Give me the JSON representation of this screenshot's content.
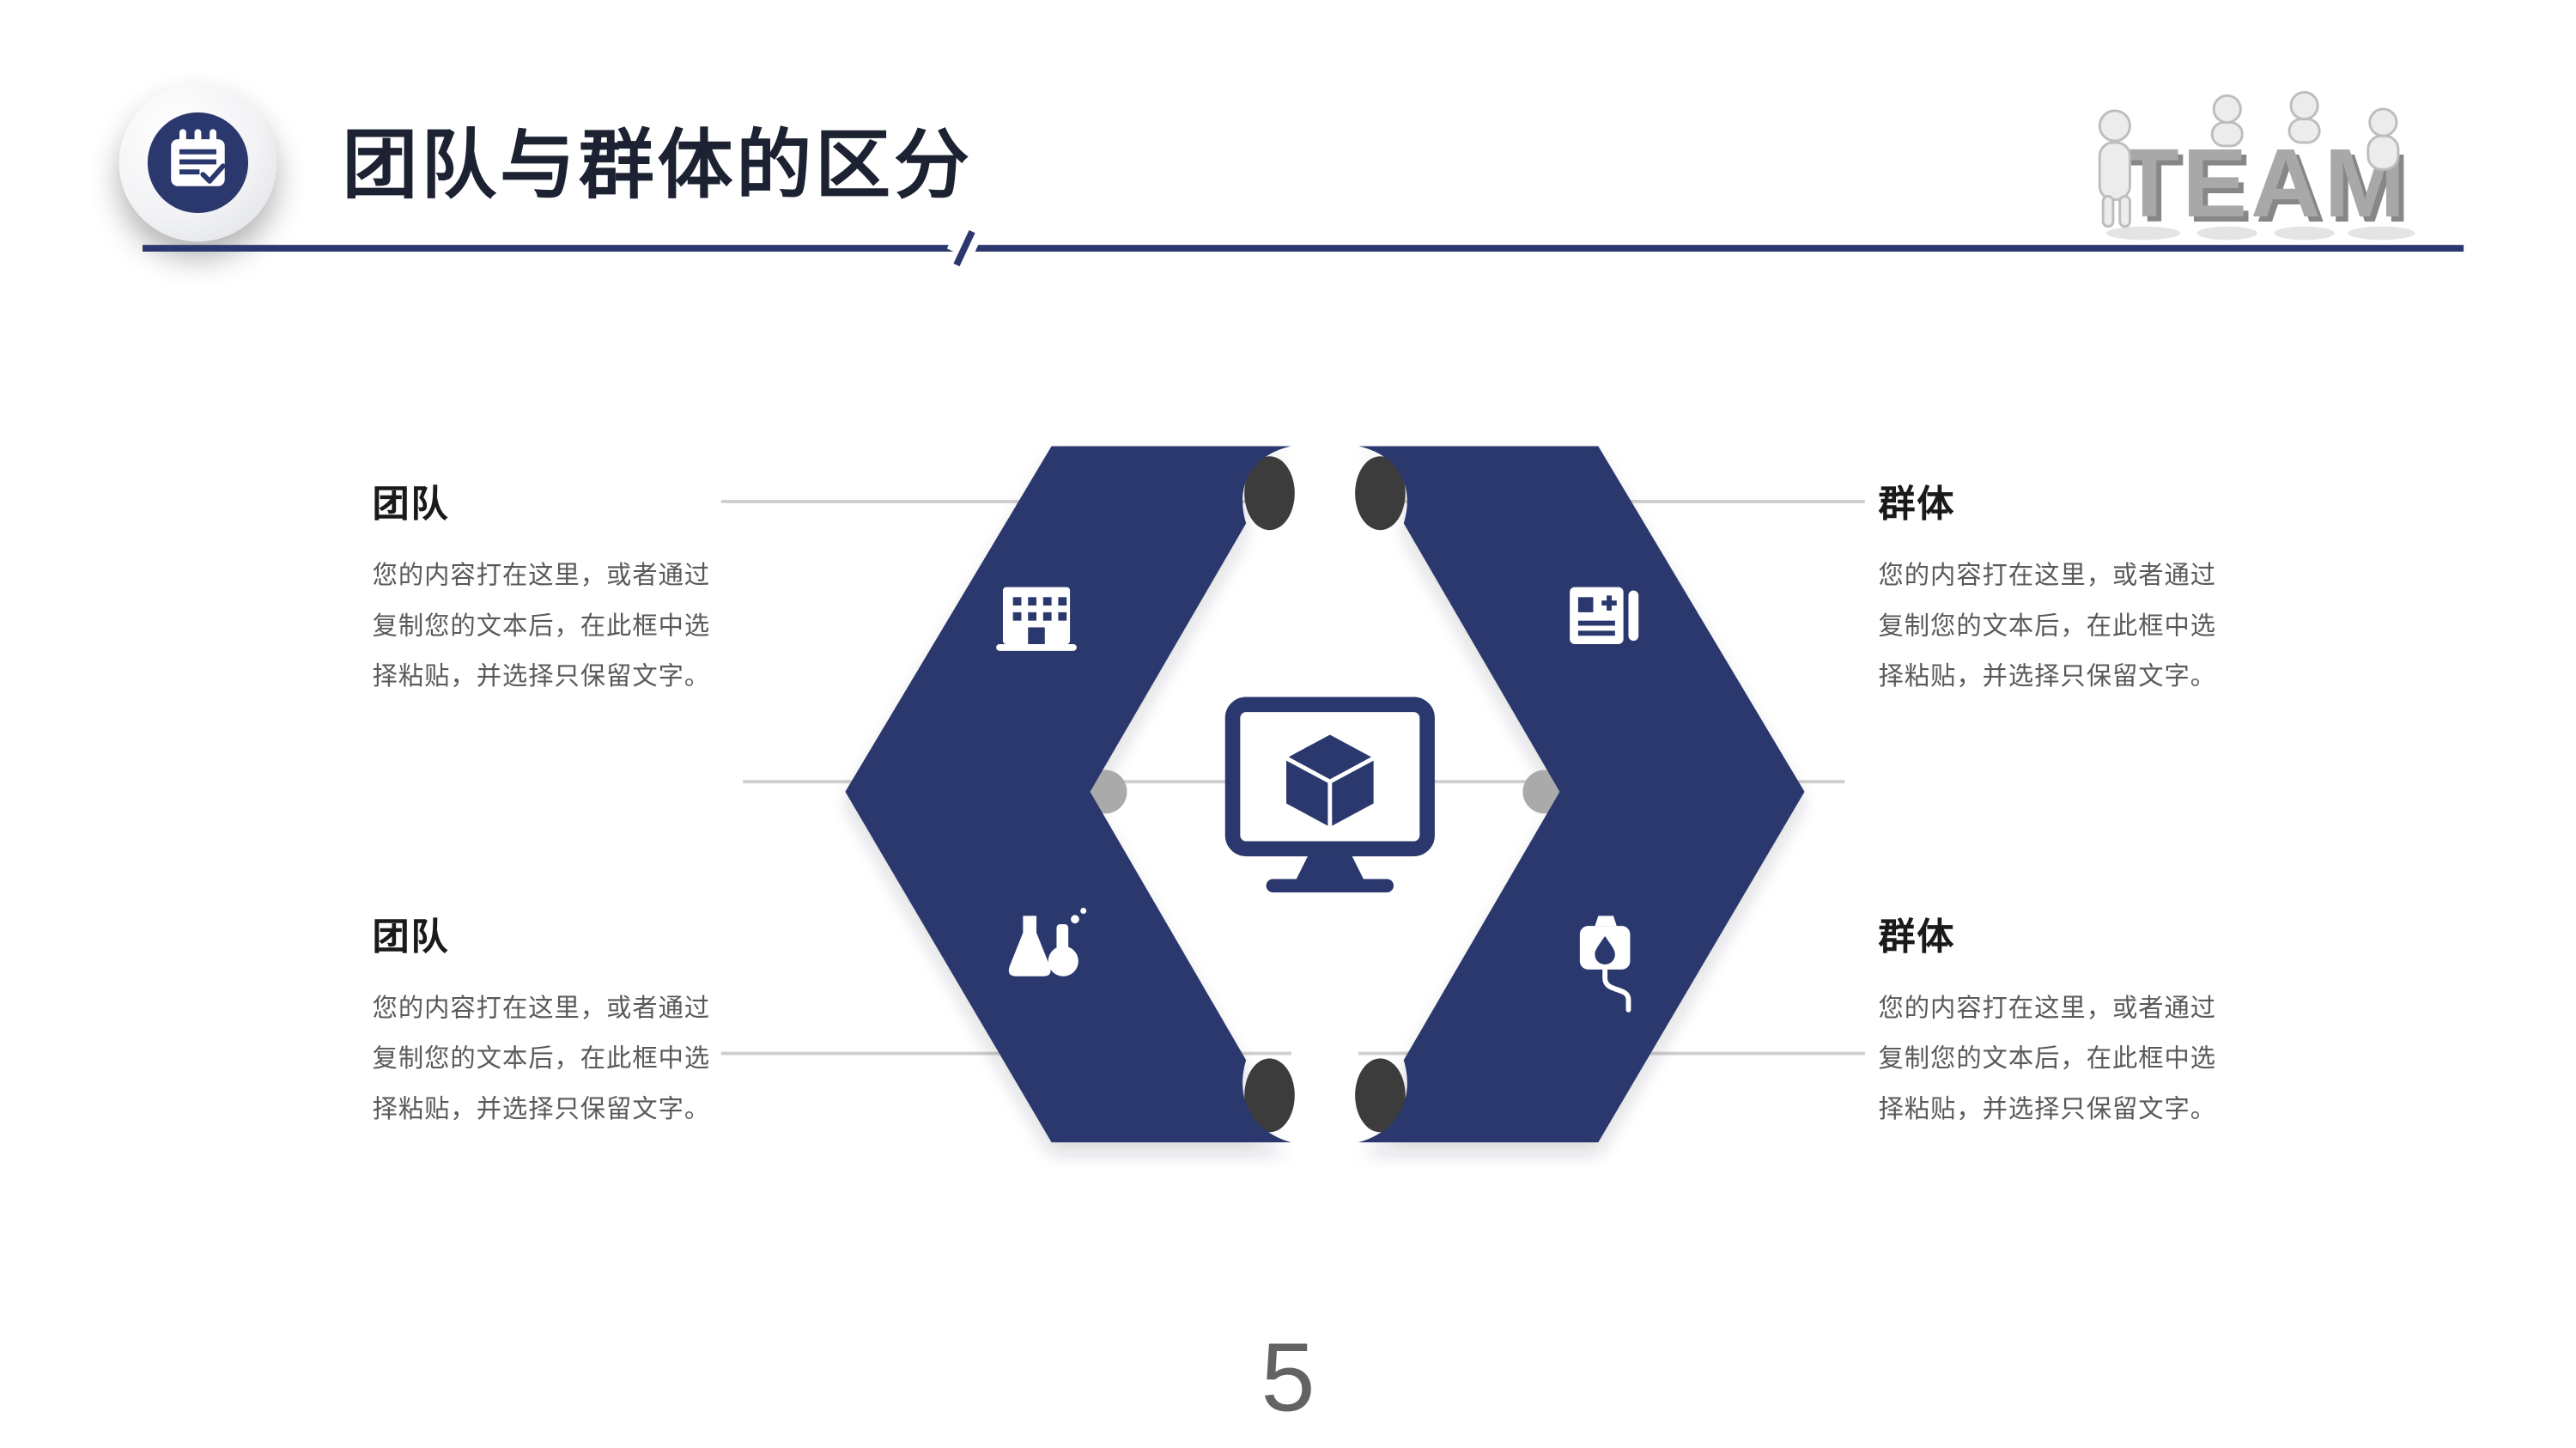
{
  "slide": {
    "title": "团队与群体的区分",
    "page_number": "5"
  },
  "header": {
    "badge_icon": "notepad-check-icon",
    "team_graphic_text": "TEAM"
  },
  "diagram": {
    "center_icon": "monitor-cube-icon",
    "items": [
      {
        "position": "top-left",
        "icon": "building-icon",
        "heading": "团队",
        "body": "您的内容打在这里，或者通过复制您的文本后，在此框中选择粘贴，并选择只保留文字。"
      },
      {
        "position": "top-right",
        "icon": "id-card-icon",
        "heading": "群体",
        "body": "您的内容打在这里，或者通过复制您的文本后，在此框中选择粘贴，并选择只保留文字。"
      },
      {
        "position": "bottom-left",
        "icon": "chemistry-flasks-icon",
        "heading": "团队",
        "body": "您的内容打在这里，或者通过复制您的文本后，在此框中选择粘贴，并选择只保留文字。"
      },
      {
        "position": "bottom-right",
        "icon": "iv-drip-icon",
        "heading": "群体",
        "body": "您的内容打在这里，或者通过复制您的文本后，在此框中选择粘贴，并选择只保留文字。"
      }
    ]
  },
  "colors": {
    "accent_navy": "#2b386d",
    "title_text": "#1d2233",
    "heading_text": "#1a1a1a",
    "body_text": "#595959",
    "connector_gray": "#cfcfcf",
    "team_letters_gray": "#9e9e9e",
    "ribbon_curl_dark": "#3c3c3c"
  }
}
